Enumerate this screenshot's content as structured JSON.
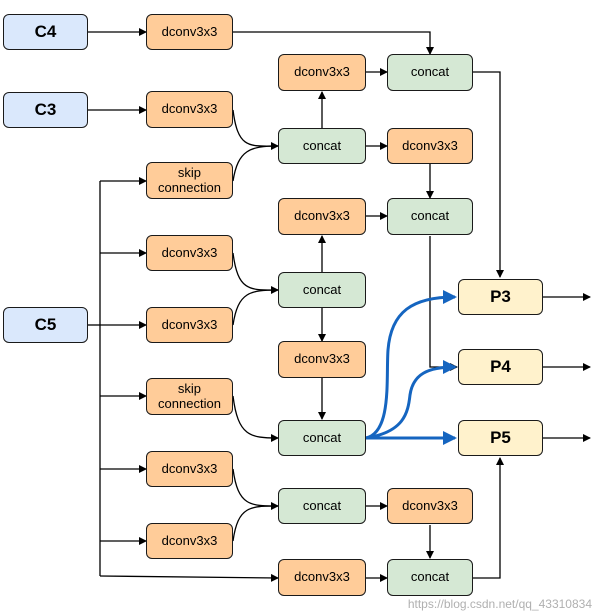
{
  "inputs": {
    "c4": "C4",
    "c3": "C3",
    "c5": "C5"
  },
  "blocks": {
    "dconv": "dconv3x3",
    "concat": "concat",
    "skip": "skip\nconnection"
  },
  "outputs": {
    "p3": "P3",
    "p4": "P4",
    "p5": "P5"
  },
  "colors": {
    "input_fill": "#dae8fc",
    "dconv_fill": "#ffcc99",
    "concat_fill": "#d5e8d4",
    "output_fill": "#fff2cc",
    "arrow": "#000000",
    "highlight_arrow": "#1565c0"
  },
  "watermark": "https://blog.csdn.net/qq_43310834"
}
